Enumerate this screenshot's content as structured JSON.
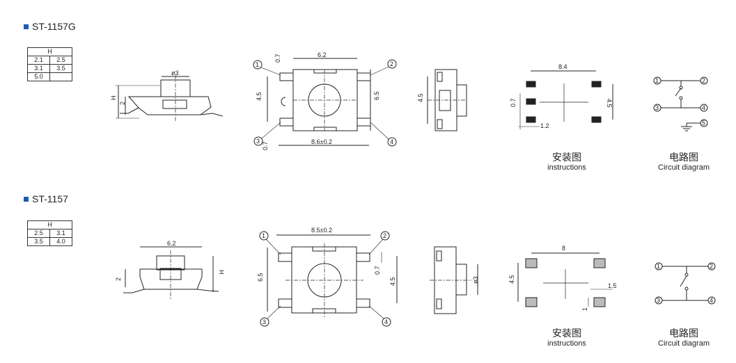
{
  "sections": [
    {
      "title": "ST-1157G",
      "h_table": {
        "header": "H",
        "rows": [
          [
            "2.1",
            "2.5"
          ],
          [
            "3.1",
            "3.5"
          ],
          [
            "5.0",
            ""
          ]
        ]
      },
      "side": {
        "dia": "ø3",
        "h": "H",
        "two": "2"
      },
      "top": {
        "w_top": "6.2",
        "w_bot": "8.6±0.2",
        "h_left": "4.5",
        "h_right": "6.5",
        "gap_top": "0.7",
        "gap_bot": "0.7",
        "pins": [
          "1",
          "2",
          "3",
          "4"
        ]
      },
      "end": {
        "h": "4.5"
      },
      "install": {
        "w": "8.4",
        "h": "4.5",
        "pad": "0.7",
        "pitch": "1.2",
        "cn": "安装图",
        "en": "instructions"
      },
      "circuit": {
        "pins": [
          "1",
          "2",
          "3",
          "4",
          "5"
        ],
        "cn": "电路图",
        "en": "Circuit diagram"
      }
    },
    {
      "title": "ST-1157",
      "h_table": {
        "header": "H",
        "rows": [
          [
            "2.5",
            "3.1"
          ],
          [
            "3.5",
            "4.0"
          ]
        ]
      },
      "side": {
        "w": "6.2",
        "h": "H",
        "two": "2"
      },
      "top": {
        "w_top": "8.5±0.2",
        "h_left": "6.5",
        "h_right": "4.5",
        "gap": "0.7",
        "pins": [
          "1",
          "2",
          "3",
          "4"
        ]
      },
      "end": {
        "dia": "ø3"
      },
      "install": {
        "w": "8",
        "h": "4.5",
        "pad": "1.5",
        "one": "1",
        "cn": "安装图",
        "en": "instructions"
      },
      "circuit": {
        "pins": [
          "1",
          "2",
          "3",
          "4"
        ],
        "cn": "电路图",
        "en": "Circuit diagram"
      }
    }
  ]
}
